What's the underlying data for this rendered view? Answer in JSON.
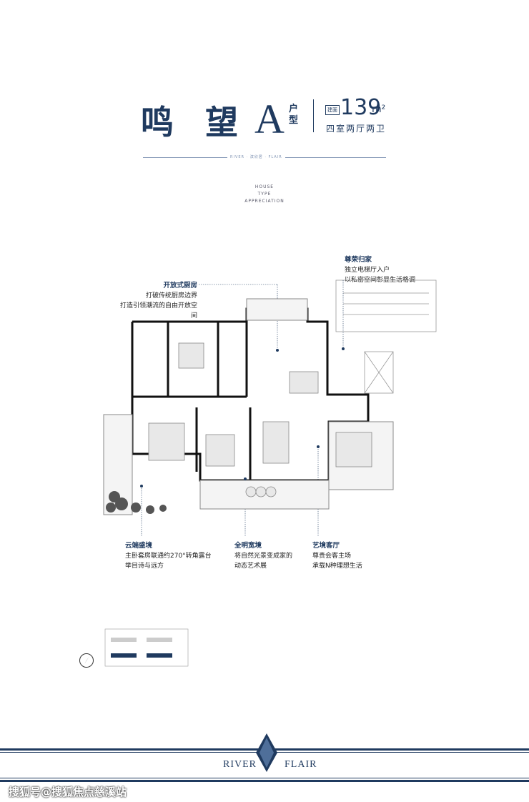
{
  "title": {
    "name": "鸣 望",
    "letter": "A",
    "type_label": "户型",
    "area_tag": "建面",
    "area": "139",
    "area_unit": "m²",
    "layout": "四室两厅两卫"
  },
  "divider_label": "RIVER · 滨欣居 · FLAIR",
  "appreciation": [
    "HOUSE",
    "TYPE",
    "APPRECIATION"
  ],
  "callouts": {
    "kitchen": {
      "title": "开放式厨房",
      "line1": "打破传统厨房边界",
      "line2": "打造引领潮流的自由开放空间"
    },
    "entry": {
      "title": "尊荣归家",
      "line1": "独立电梯厅入户",
      "line2": "以私密空间彰显生活格调"
    },
    "cloud": {
      "title": "云端盛境",
      "line1": "主卧套房联通约270°转角露台",
      "line2": "举目诗与远方"
    },
    "window": {
      "title": "全明宽境",
      "line1": "将自然光景变成家的",
      "line2": "动态艺术展"
    },
    "living": {
      "title": "艺境客厅",
      "line1": "尊贵会客主场",
      "line2": "承载N种理想生活"
    }
  },
  "brand": {
    "left": "RIVER",
    "right": "FLAIR"
  },
  "watermark": "搜狐号@搜狐焦点慈溪站",
  "colors": {
    "navy": "#1f3a5f",
    "line": "#7f93b3",
    "wall": "#111111"
  }
}
